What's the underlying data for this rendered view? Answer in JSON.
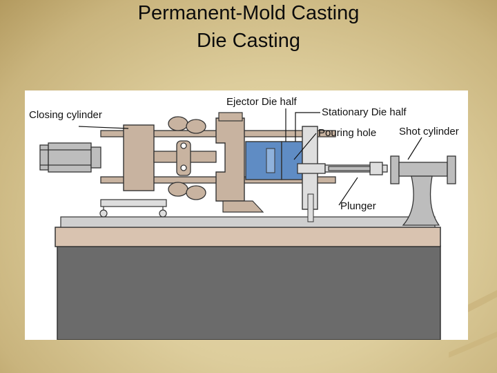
{
  "slide": {
    "title_line1": "Permanent-Mold Casting",
    "title_line2": "Die Casting"
  },
  "diagram": {
    "labels": {
      "closing_cylinder": "Closing cylinder",
      "ejector_die_half": "Ejector Die half",
      "stationary_die_half": "Stationary Die half",
      "pouring_hole": "Pouring hole",
      "shot_cylinder": "Shot cylinder",
      "plunger": "Plunger"
    },
    "colors": {
      "frame": "#c8b3a0",
      "die_blue": "#5f8cc4",
      "cylinder_gray": "#bdbdbd",
      "base_gray": "#6b6b6b",
      "base_top": "#d9c3b0",
      "background": "#ddcd9c"
    }
  }
}
